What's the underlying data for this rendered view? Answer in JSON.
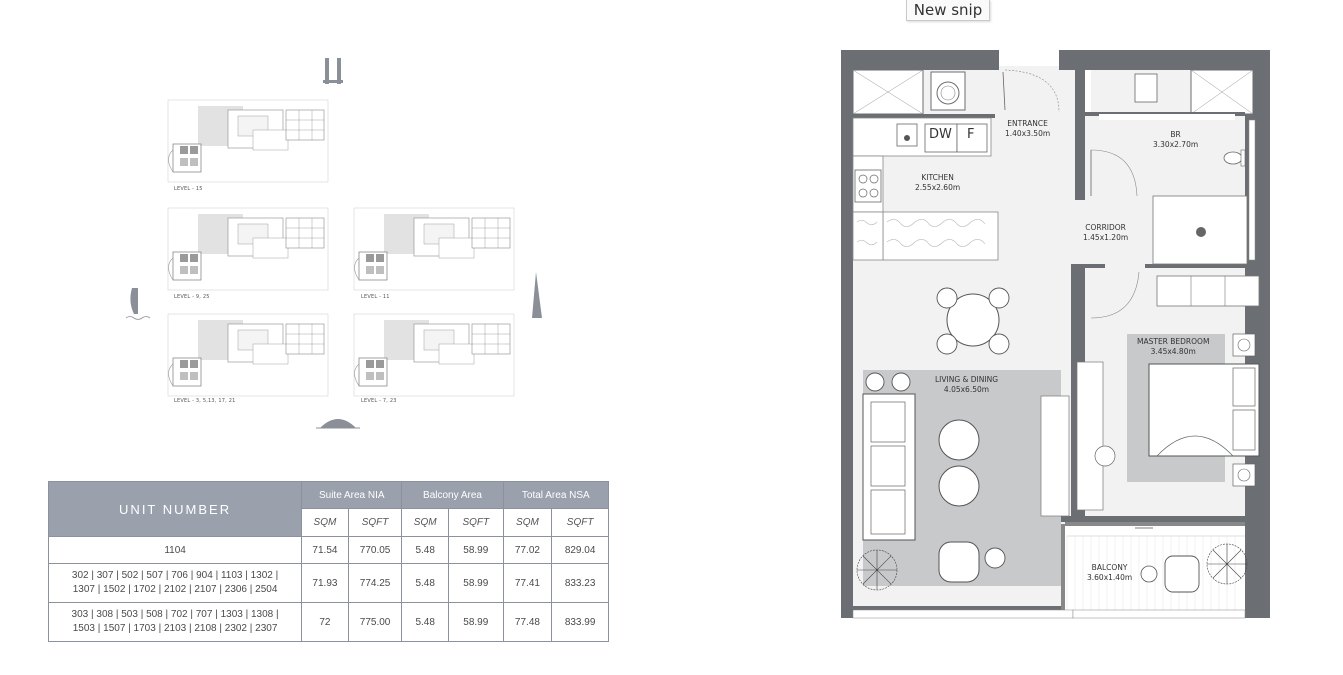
{
  "snip_button": {
    "label": "New snip"
  },
  "keyplan": {
    "levels": [
      {
        "label": "LEVEL - 15"
      },
      {
        "label": "LEVEL - 9, 25"
      },
      {
        "label": "LEVEL - 11"
      },
      {
        "label": "LEVEL - 3, 5,13, 17, 21"
      },
      {
        "label": "LEVEL - 7, 23"
      }
    ]
  },
  "table": {
    "unit_header": "UNIT NUMBER",
    "groups": [
      "Suite Area NIA",
      "Balcony Area",
      "Total Area NSA"
    ],
    "subheaders": [
      "SQM",
      "SQFT",
      "SQM",
      "SQFT",
      "SQM",
      "SQFT"
    ],
    "rows": [
      {
        "units": [
          "1104"
        ],
        "values": [
          "71.54",
          "770.05",
          "5.48",
          "58.99",
          "77.02",
          "829.04"
        ]
      },
      {
        "units": [
          "302 | 307 | 502 | 507 | 706 | 904 | 1103 | 1302 |",
          "1307 | 1502 | 1702 | 2102 | 2107 | 2306 | 2504"
        ],
        "values": [
          "71.93",
          "774.25",
          "5.48",
          "58.99",
          "77.41",
          "833.23"
        ]
      },
      {
        "units": [
          "303 | 308 | 503 | 508 | 702 | 707 | 1303 | 1308 |",
          "1503 | 1507 | 1703 | 2103 | 2108 | 2302 | 2307"
        ],
        "values": [
          "72",
          "775.00",
          "5.48",
          "58.99",
          "77.48",
          "833.99"
        ]
      }
    ]
  },
  "floorplan": {
    "appliances": {
      "dw": "DW",
      "f": "F"
    },
    "rooms": {
      "entrance": {
        "name": "ENTRANCE",
        "size": "1.40x3.50m"
      },
      "br": {
        "name": "BR",
        "size": "3.30x2.70m"
      },
      "kitchen": {
        "name": "KITCHEN",
        "size": "2.55x2.60m"
      },
      "corridor": {
        "name": "CORRIDOR",
        "size": "1.45x1.20m"
      },
      "master": {
        "name": "MASTER BEDROOM",
        "size": "3.45x4.80m"
      },
      "living": {
        "name": "LIVING & DINING",
        "size": "4.05x6.50m"
      },
      "balcony": {
        "name": "BALCONY",
        "size": "3.60x1.40m"
      }
    }
  },
  "colors": {
    "table_header": "#9aa1ad",
    "wall": "#6b6e72",
    "rug": "#c8c9cb",
    "floor": "#f2f2f2"
  }
}
